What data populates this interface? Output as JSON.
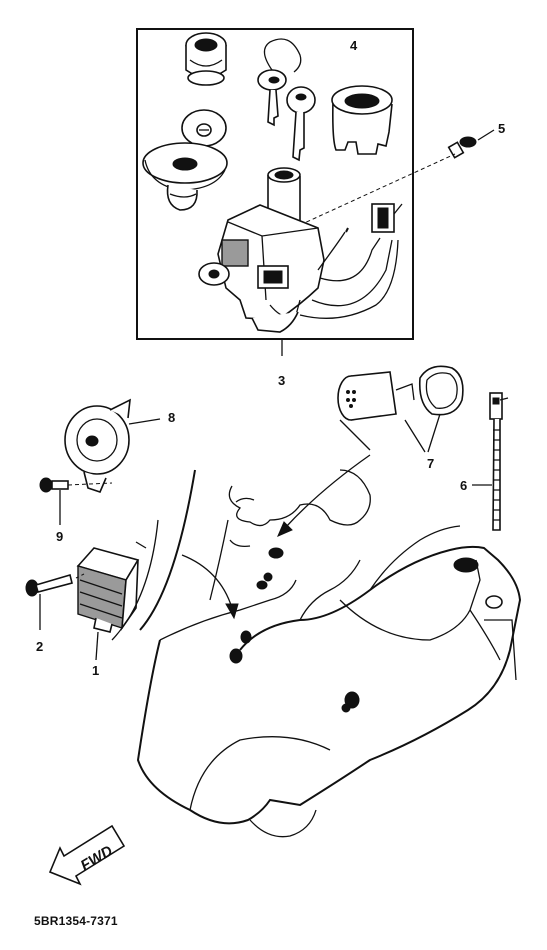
{
  "diagram_code": "5BR1354-7371",
  "fwd_label": "FWD",
  "callouts": [
    "1",
    "2",
    "3",
    "4",
    "5",
    "6",
    "7",
    "8",
    "9"
  ]
}
